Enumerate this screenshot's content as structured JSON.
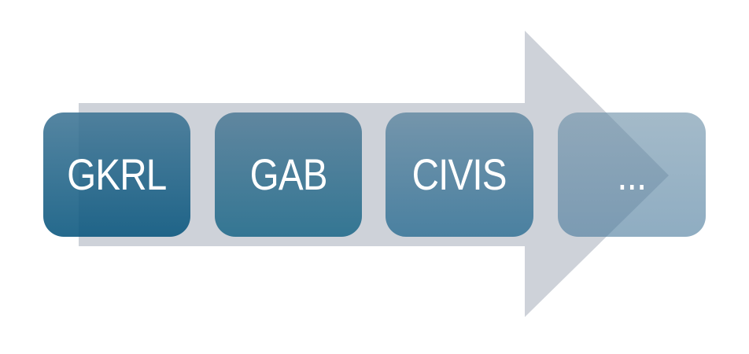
{
  "diagram_title": "",
  "arrow": {
    "color": "#ced2d9",
    "direction": "right"
  },
  "text_color": "#ffffff",
  "boxes": [
    {
      "label": "GKRL",
      "color_top": "rgba(61,116,148,0.88)",
      "color_bottom": "rgba(7,85,125,0.88)"
    },
    {
      "label": "GAB",
      "color_top": "rgba(77,121,149,0.85)",
      "color_bottom": "rgba(25,102,135,0.85)"
    },
    {
      "label": "CIVIS",
      "color_top": "rgba(94,134,160,0.80)",
      "color_bottom": "rgba(41,108,146,0.80)"
    },
    {
      "label": "...",
      "color_top": "rgba(103,140,165,0.60)",
      "color_bottom": "rgba(68,118,153,0.60)"
    }
  ]
}
